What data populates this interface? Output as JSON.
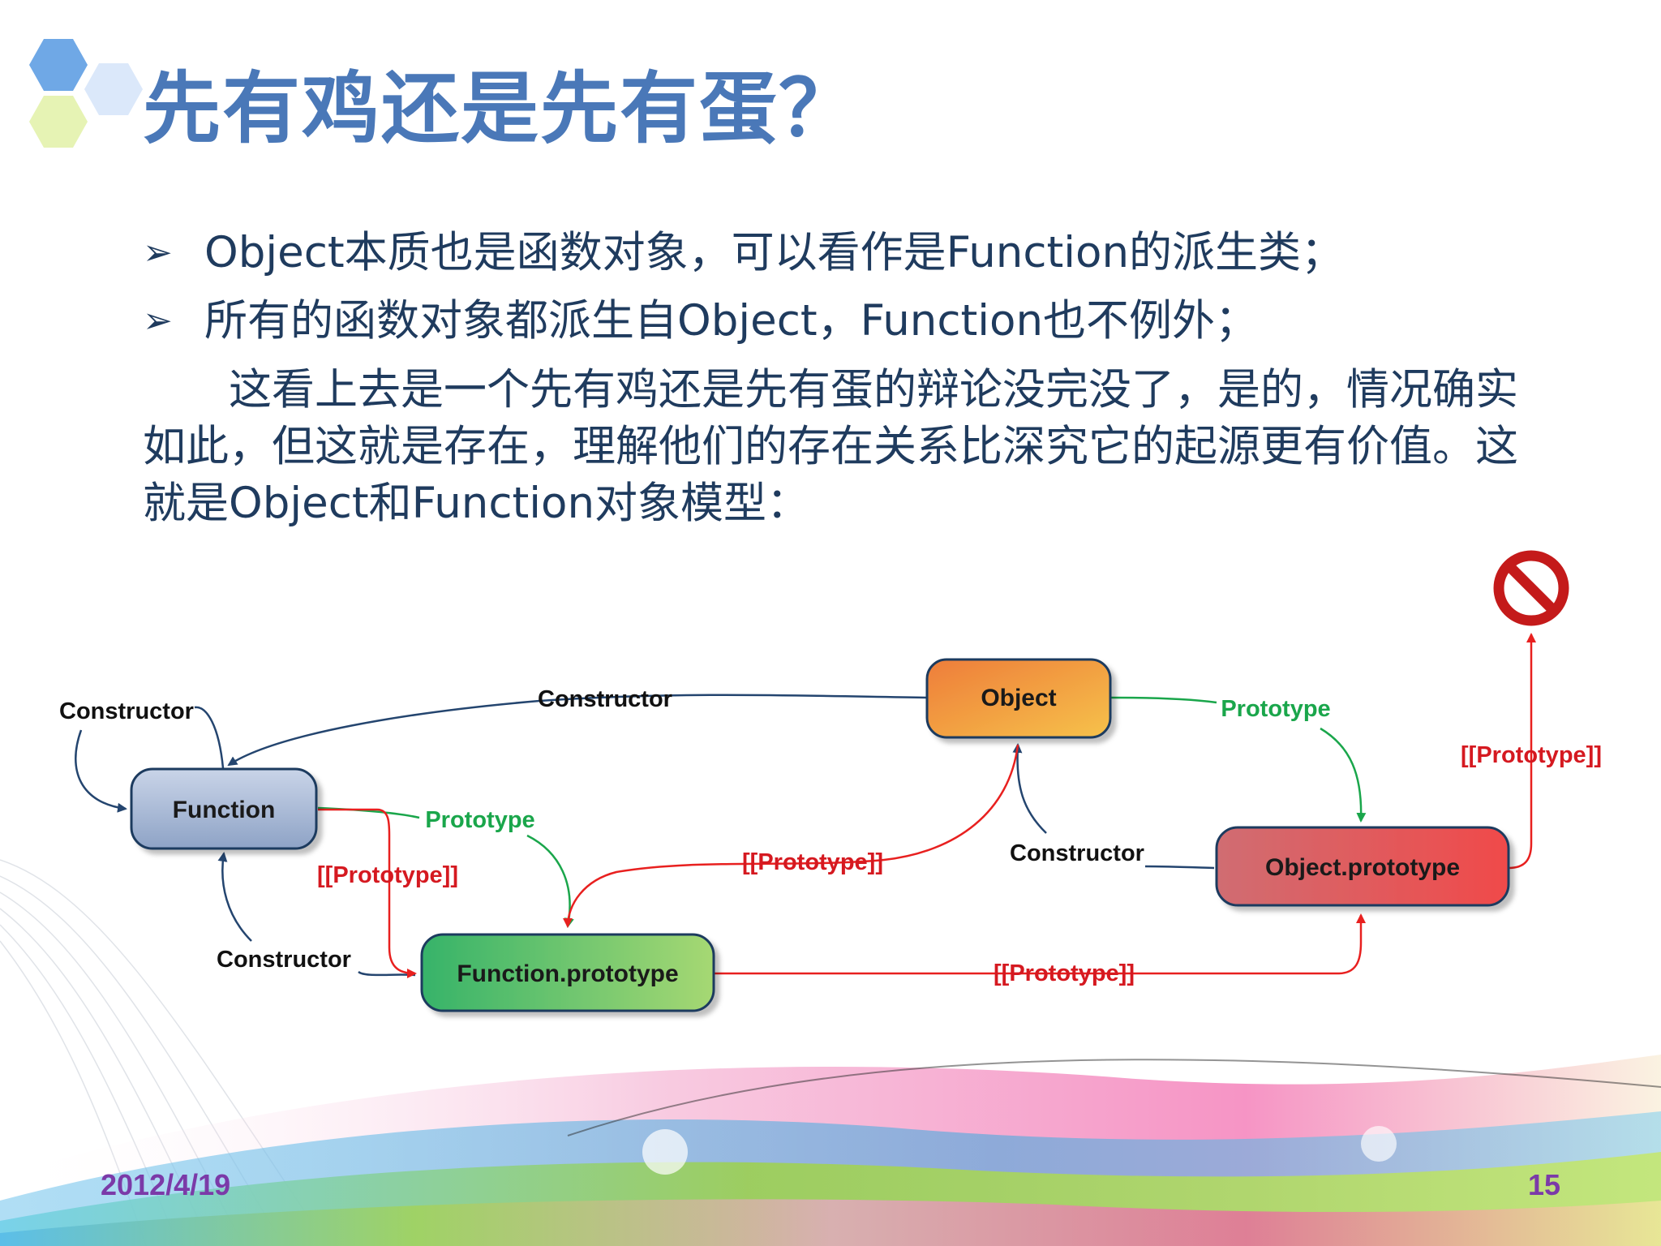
{
  "title": "先有鸡还是先有蛋？",
  "bullets": [
    "Object本质也是函数对象，可以看作是Function的派生类；",
    "所有的函数对象都派生自Object，Function也不例外；"
  ],
  "paragraph": "这看上去是一个先有鸡还是先有蛋的辩论没完没了，是的，情况确实如此，但这就是存在，理解他们的存在关系比深究它的起源更有价值。这就是Object和Function对象模型：",
  "footer": {
    "date": "2012/4/19",
    "page": "15"
  },
  "diagram": {
    "nodes": {
      "function": "Function",
      "object": "Object",
      "function_prototype": "Function.prototype",
      "object_prototype": "Object.prototype"
    },
    "edge_labels": {
      "constructor": "Constructor",
      "prototype": "Prototype",
      "proto_link": "[[Prototype]]"
    }
  },
  "colors": {
    "title": "#4a78b8",
    "body_text": "#1f3b5e",
    "constructor_edge": "#24456f",
    "prototype_edge": "#1aa64b",
    "proto_link_edge": "#e8201f",
    "proto_label": "#d51920",
    "footer": "#7b3aa8"
  },
  "icons": [
    "hexagon-logo-icon",
    "bullet-arrow-icon",
    "null-prohibited-icon"
  ]
}
